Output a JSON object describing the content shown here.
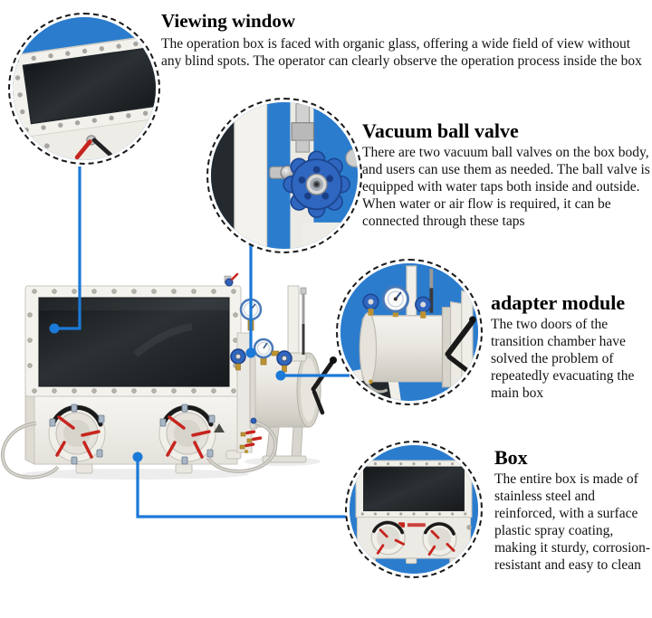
{
  "figure": {
    "type": "annotated-product-diagram",
    "subject": "vacuum glove box with transition chamber",
    "colors": {
      "callout_background": "#2b7ccd",
      "connector_line": "#1b79d8",
      "dashed_border": "#1a1a1a",
      "heading_text": "#000000",
      "body_text": "#121212"
    }
  },
  "callouts": [
    {
      "id": "viewing-window",
      "title": "Viewing window",
      "description": "The operation box is faced with organic glass, offering a wide field of view without any blind spots. The operator can clearly observe the operation process inside the box"
    },
    {
      "id": "vacuum-ball-valve",
      "title": "Vacuum ball valve",
      "description": "There are two vacuum ball valves on the box body, and users can use them as needed. The ball valve is equipped with water taps both inside and outside. When water or air flow is required, it can be connected through these taps"
    },
    {
      "id": "adapter-module",
      "title": "adapter module",
      "description": "The two doors of the transition chamber have solved the problem of repeatedly evacuating the main box"
    },
    {
      "id": "box",
      "title": "Box",
      "description": "The entire box is made of stainless steel and reinforced, with a surface plastic spray coating, making it sturdy, corrosion-resistant and easy to clean"
    }
  ]
}
